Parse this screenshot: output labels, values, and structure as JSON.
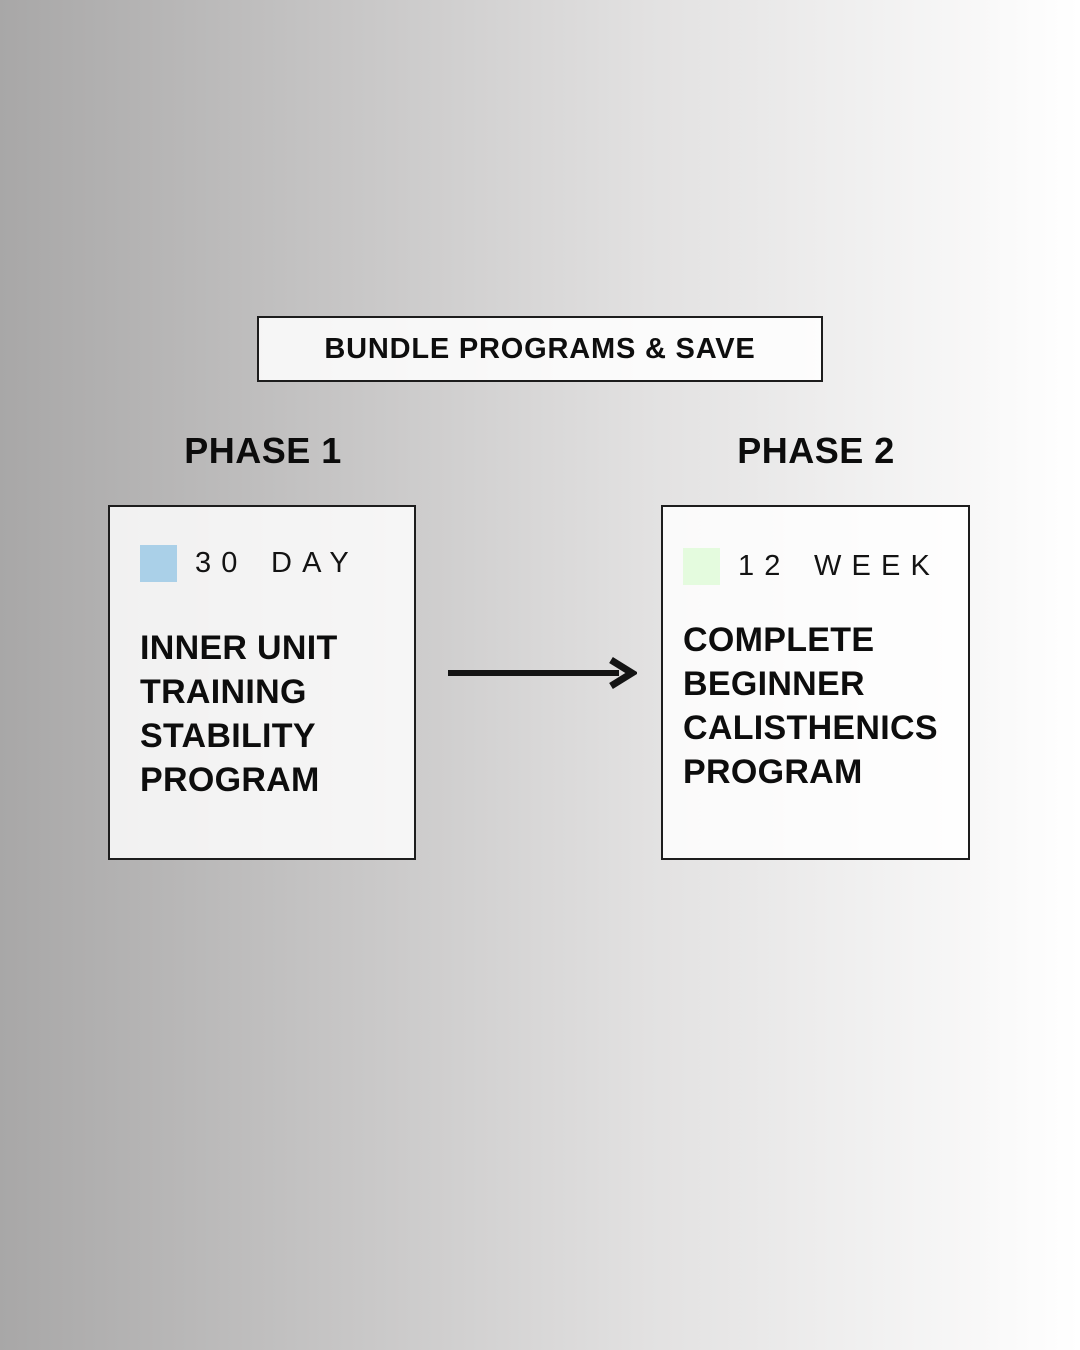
{
  "banner": {
    "label": "BUNDLE PROGRAMS & SAVE"
  },
  "phase1": {
    "heading": "PHASE 1",
    "duration": "30 DAY",
    "title": "INNER UNIT\nTRAINING\nSTABILITY\nPROGRAM",
    "swatch_color": "#aad0e8"
  },
  "phase2": {
    "heading": "PHASE 2",
    "duration": "12 WEEK",
    "title": "COMPLETE\nBEGINNER\nCALISTHENICS\nPROGRAM",
    "swatch_color": "#e4fbde"
  },
  "arrow": {
    "direction": "right",
    "color": "#141414"
  },
  "colors": {
    "background_left": "#a8a7a7",
    "background_right": "#ffffff",
    "card_border": "#1d1d1d",
    "card_fill": "#f5f5f5",
    "text": "#0d0d0d"
  }
}
